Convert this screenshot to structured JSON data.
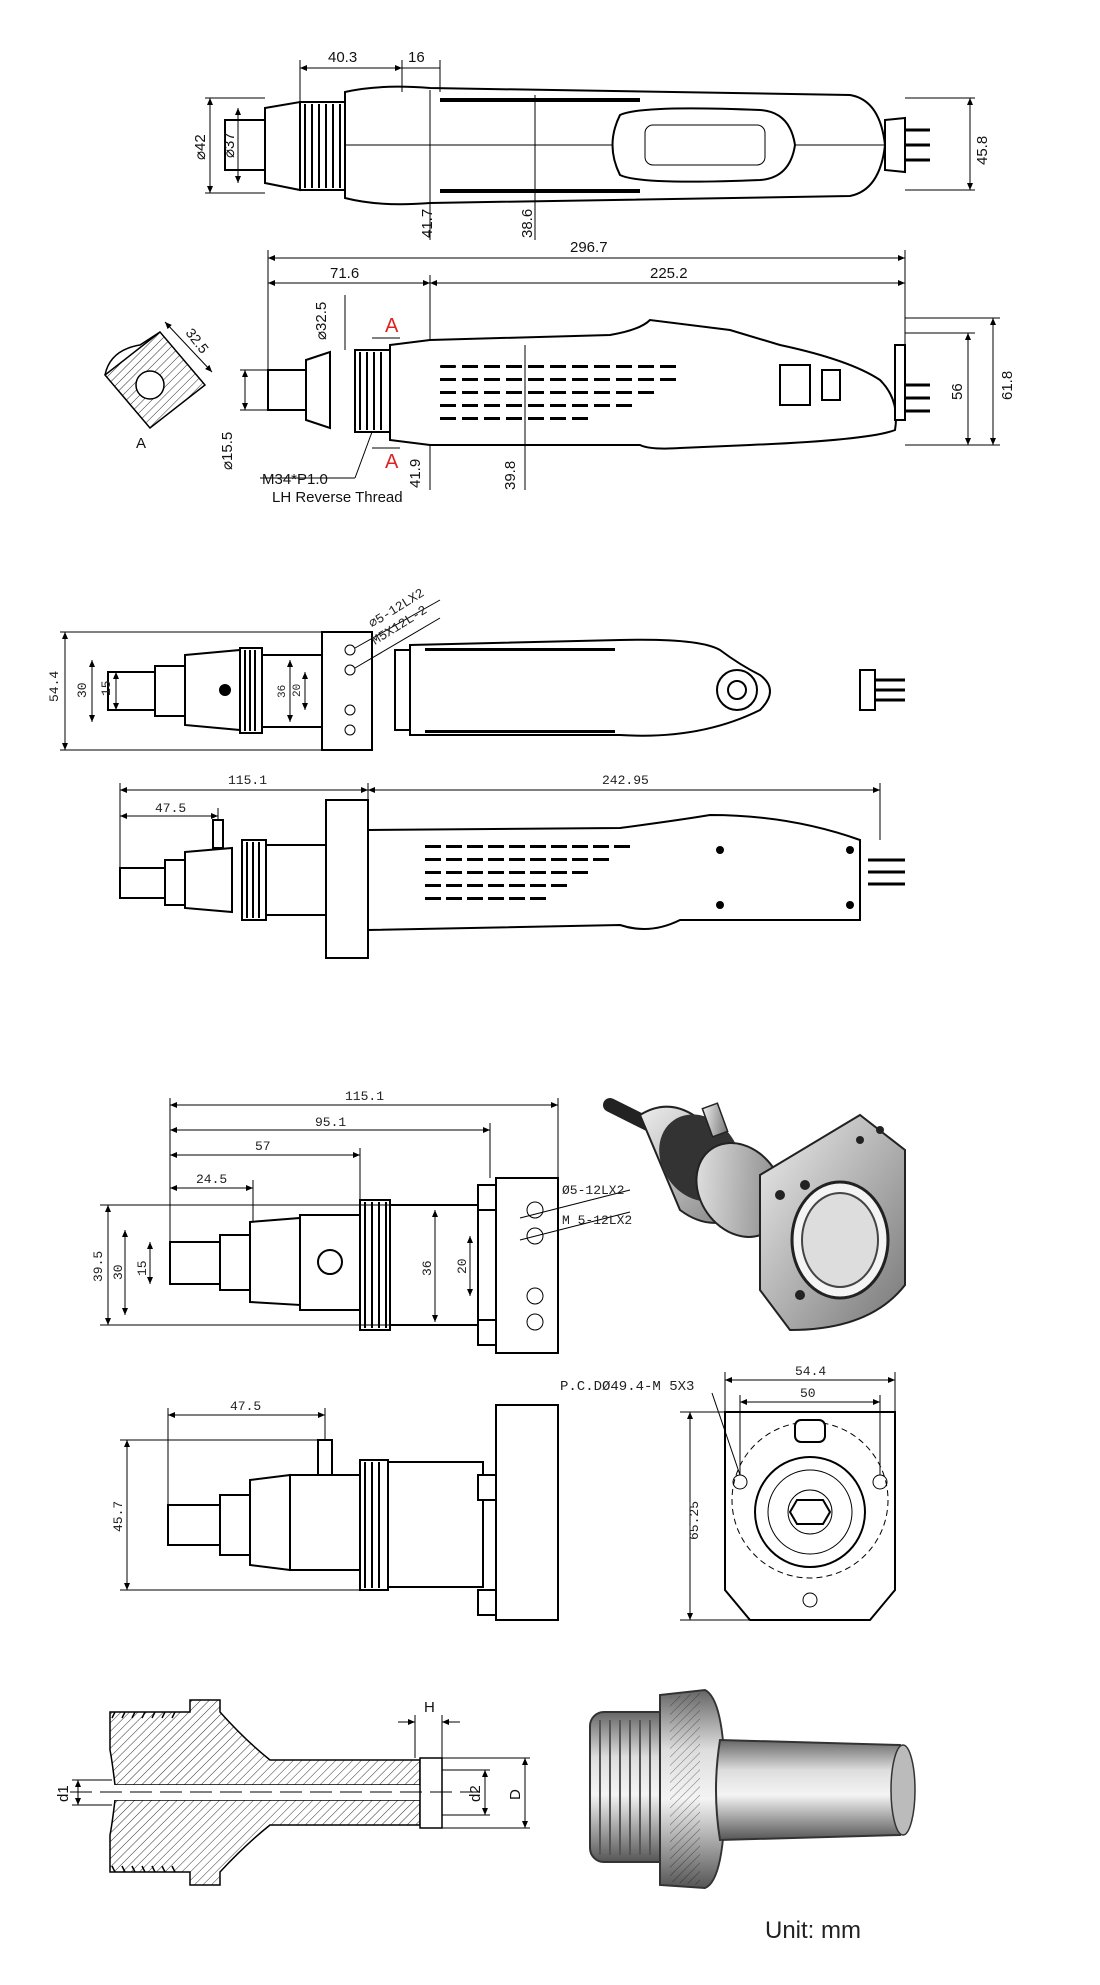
{
  "view1": {
    "dims": {
      "a": "40.3",
      "b": "16",
      "c": "⌀42",
      "d": "⌀37",
      "e": "41.7",
      "f": "38.6",
      "g": "45.8"
    }
  },
  "view2": {
    "dims": {
      "total": "296.7",
      "a": "71.6",
      "b": "225.2",
      "c": "⌀32.5",
      "d": "⌀15.5",
      "e": "41.9",
      "f": "39.8",
      "g": "56",
      "h": "61.8"
    },
    "section_marks": [
      "A",
      "A"
    ],
    "thread_line1": "M34*P1.0",
    "thread_line2": "LH Reverse Thread",
    "section_label": "A",
    "section_dim": "32.5"
  },
  "view3": {
    "dims": {
      "a": "54.4",
      "b": "30",
      "c": "15",
      "d": "36",
      "e": "20"
    },
    "holes": [
      "⌀5-12LX2",
      "M5X12L-2"
    ]
  },
  "view4": {
    "dims": {
      "a": "115.1",
      "b": "242.95",
      "c": "47.5"
    }
  },
  "view5": {
    "dims": {
      "a": "115.1",
      "b": "95.1",
      "c": "57",
      "d": "24.5",
      "e": "39.5",
      "f": "30",
      "g": "15",
      "h": "36",
      "i": "20"
    },
    "holes": [
      "Ø5-12LX2",
      "M 5-12LX2"
    ]
  },
  "view6": {
    "dims": {
      "a": "47.5",
      "b": "45.7"
    }
  },
  "view7": {
    "dims": {
      "a": "54.4",
      "b": "50",
      "c": "65.25"
    },
    "pcd": "P.C.DØ49.4-M 5X3"
  },
  "adapter": {
    "dims": {
      "h": "H",
      "d1": "d1",
      "d2": "d2",
      "D": "D"
    }
  },
  "unit": "Unit: mm"
}
